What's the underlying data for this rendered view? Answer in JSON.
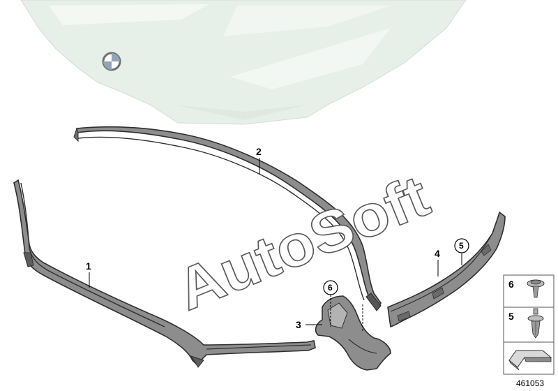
{
  "watermark": "AutoSoft",
  "callouts": {
    "part_1": "1",
    "part_2": "2",
    "part_3": "3",
    "part_4": "4",
    "circle_5": "5",
    "circle_6": "6"
  },
  "legend": {
    "item_6": "6",
    "item_5": "5"
  },
  "reference_number": "461053",
  "colors": {
    "hood_tint": "#e6efe8",
    "seal_fill": "#8d8d8d",
    "seal_dark": "#3c3c3c",
    "watermark_stroke": "#5a5a5a"
  },
  "icons": [
    "bmw-logo-icon",
    "direction-arrow-icon"
  ]
}
